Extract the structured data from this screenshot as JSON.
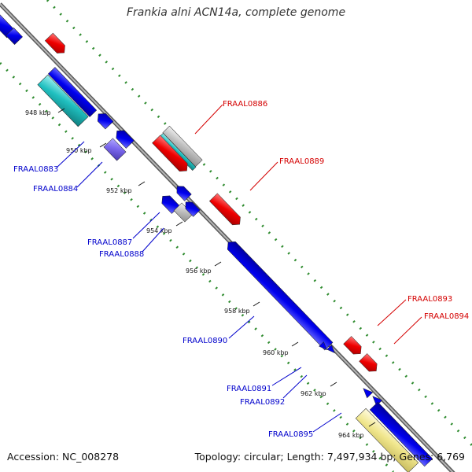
{
  "title": "Frankia alni ACN14a, complete genome",
  "footer": {
    "accession": "Accession: NC_008278",
    "summary": "Topology: circular; Length: 7,497,934 bp; Genes: 6,769"
  },
  "colors": {
    "backbone": "#8a8a8a",
    "forward_label": "#d40000",
    "reverse_label": "#0000cc",
    "dots": "#2e8b2e",
    "blue": "#0000ee",
    "red": "#ee0000",
    "cyan": "#20c0c0",
    "gray": "#b8b8b8",
    "lavender": "#7b68ee",
    "yellow": "#f0e68c"
  },
  "ticks": [
    "948 kbp",
    "950 kbp",
    "952 kbp",
    "954 kbp",
    "956 kbp",
    "958 kbp",
    "960 kbp",
    "962 kbp",
    "964 kbp"
  ],
  "labels": {
    "forward": [
      "FRAAL0886",
      "FRAAL0889",
      "FRAAL0893",
      "FRAAL0894"
    ],
    "reverse": [
      "FRAAL0883",
      "FRAAL0884",
      "FRAAL0887",
      "FRAAL0888",
      "FRAAL0890",
      "FRAAL0891",
      "FRAAL0892",
      "FRAAL0895"
    ]
  }
}
